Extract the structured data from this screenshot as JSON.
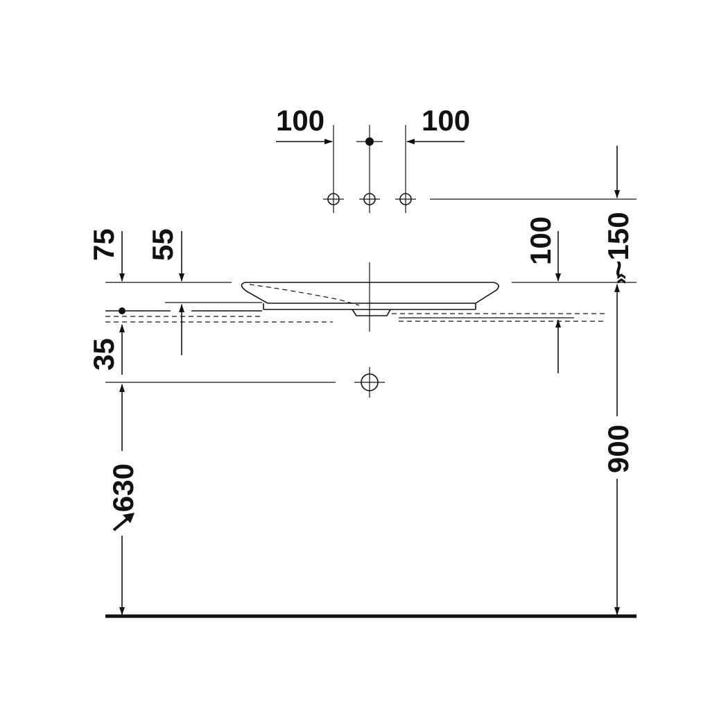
{
  "drawing": {
    "type": "basin installation dimension drawing",
    "stroke_color": "#111111",
    "background": "#ffffff",
    "dimensions": {
      "tap_spacing_left": "100",
      "tap_spacing_right": "100",
      "tap_height_above_rim": "~150",
      "rim_offset_left": "75",
      "rim_offset_inner": "55",
      "rim_offset_right": "100",
      "waste_offset": "35",
      "waste_height": "630",
      "rim_height": "900"
    },
    "symbols": {
      "approx_marker": "»",
      "direction_arrow": "arrow-icon"
    }
  }
}
